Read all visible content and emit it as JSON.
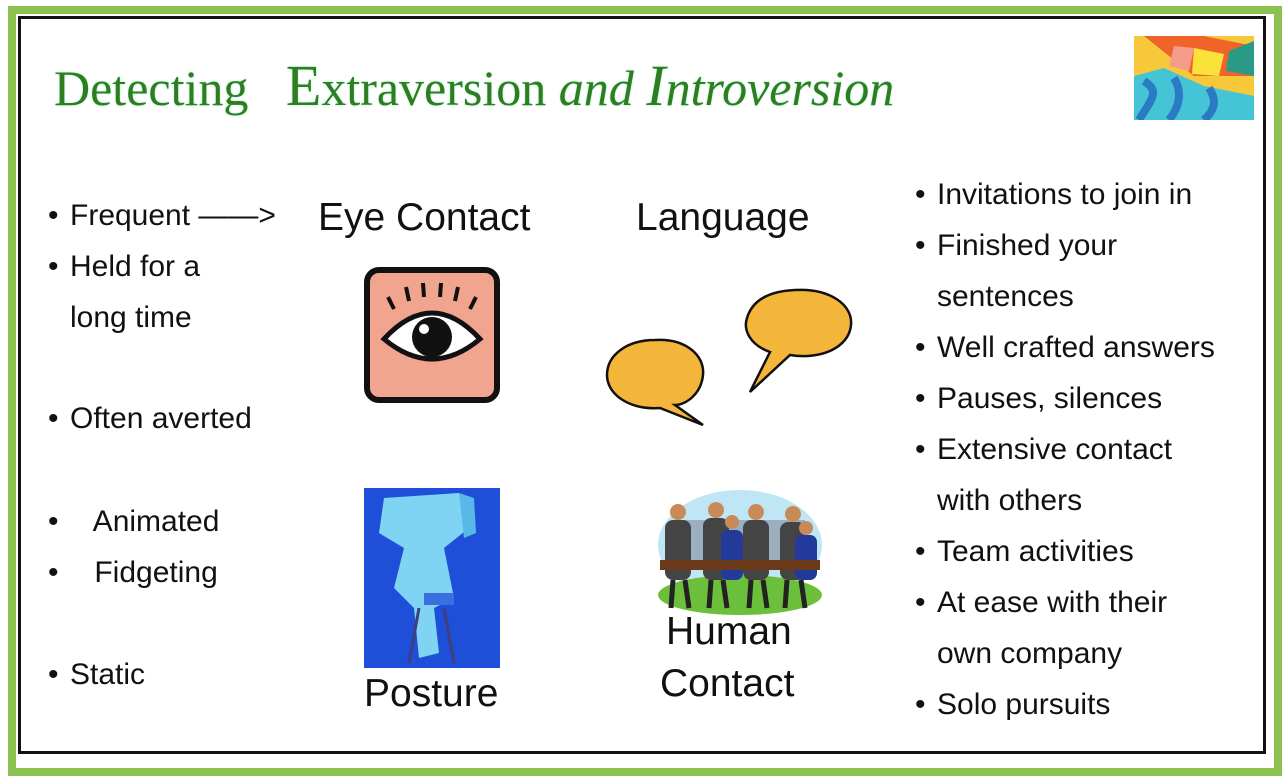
{
  "title": {
    "word1": "Detecting",
    "cap_e": "E",
    "word2": "xtraversion",
    "and": "and",
    "cap_i": "I",
    "word3": "ntroversion"
  },
  "left_bullets": [
    {
      "text": "Frequent ——>"
    },
    {
      "text": "Held for a"
    },
    {
      "text": "long time"
    },
    {
      "text": "Often averted"
    },
    {
      "text": " Animated"
    },
    {
      "text": " Fidgeting"
    },
    {
      "text": "Static"
    }
  ],
  "labels": {
    "eye_contact": "Eye Contact",
    "language": "Language",
    "posture": "Posture",
    "human": "Human",
    "contact": "Contact"
  },
  "right_bullets": [
    {
      "text": "Invitations to join in"
    },
    {
      "text": "Finished your"
    },
    {
      "text": "sentences"
    },
    {
      "text": "Well crafted answers"
    },
    {
      "text": "Pauses, silences"
    },
    {
      "text": "Extensive contact"
    },
    {
      "text": "with others"
    },
    {
      "text": "Team activities"
    },
    {
      "text": "At ease with their"
    },
    {
      "text": "own company"
    },
    {
      "text": "Solo pursuits"
    }
  ],
  "bullet": "•",
  "colors": {
    "border_green": "#8cc152",
    "title_green": "#2e7d1e",
    "bubble": "#f3b63a",
    "eye_box": "#f2a58e",
    "posture_bg": "#1f4fd8"
  }
}
